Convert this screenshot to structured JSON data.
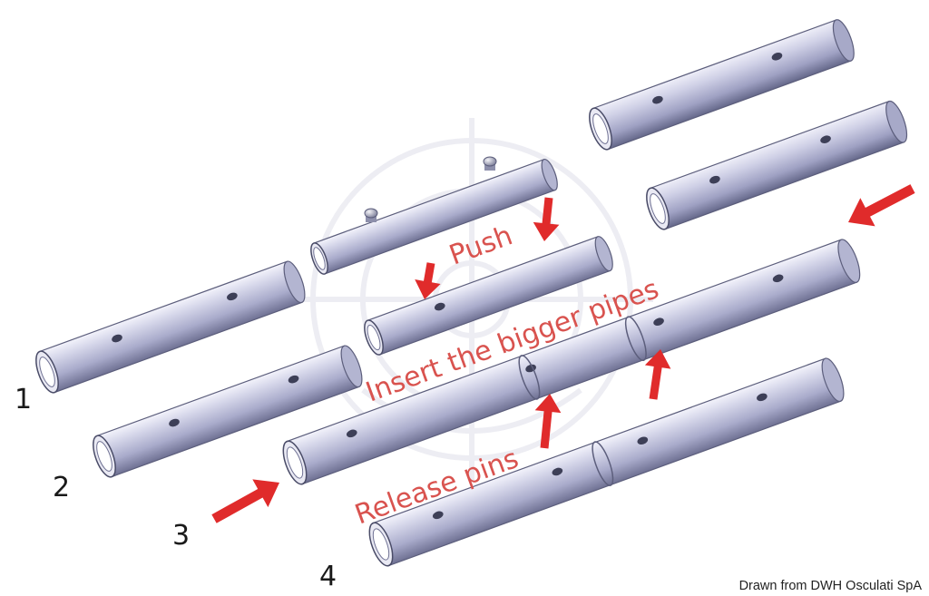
{
  "diagram": {
    "step_labels": [
      "1",
      "2",
      "3",
      "4"
    ],
    "annotations": {
      "push": "Push",
      "insert": "Insert the bigger pipes",
      "release": "Release pins"
    },
    "credit": "Drawn from DWH Osculati SpA",
    "colors": {
      "pipe_light": "#d6d7ea",
      "pipe_mid": "#a9abcb",
      "pipe_dark": "#6f7193",
      "arrow": "#e02b2b",
      "text_red": "#d9534f"
    }
  }
}
